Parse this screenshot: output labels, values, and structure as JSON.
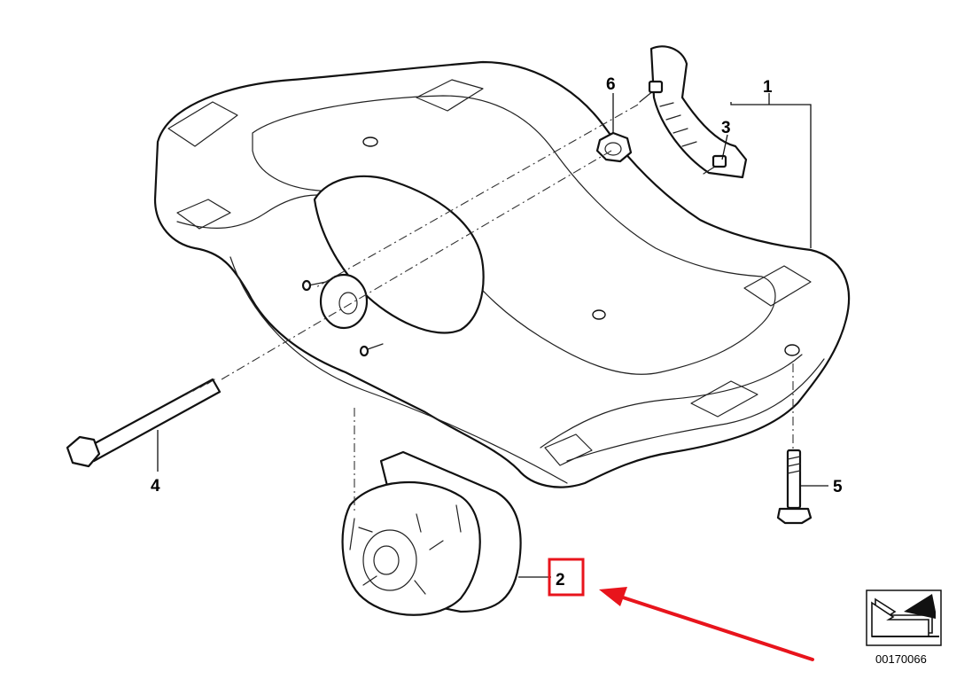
{
  "diagram": {
    "callouts": [
      {
        "id": "1",
        "label": "1"
      },
      {
        "id": "2",
        "label": "2"
      },
      {
        "id": "3",
        "label": "3"
      },
      {
        "id": "4",
        "label": "4"
      },
      {
        "id": "5",
        "label": "5"
      },
      {
        "id": "6",
        "label": "6"
      }
    ],
    "highlighted_callout": "2",
    "highlight_color": "#e8141c",
    "arrow_color": "#e8141c",
    "diagram_code": "00170066",
    "icons": [
      "direction-arrow-icon"
    ]
  }
}
